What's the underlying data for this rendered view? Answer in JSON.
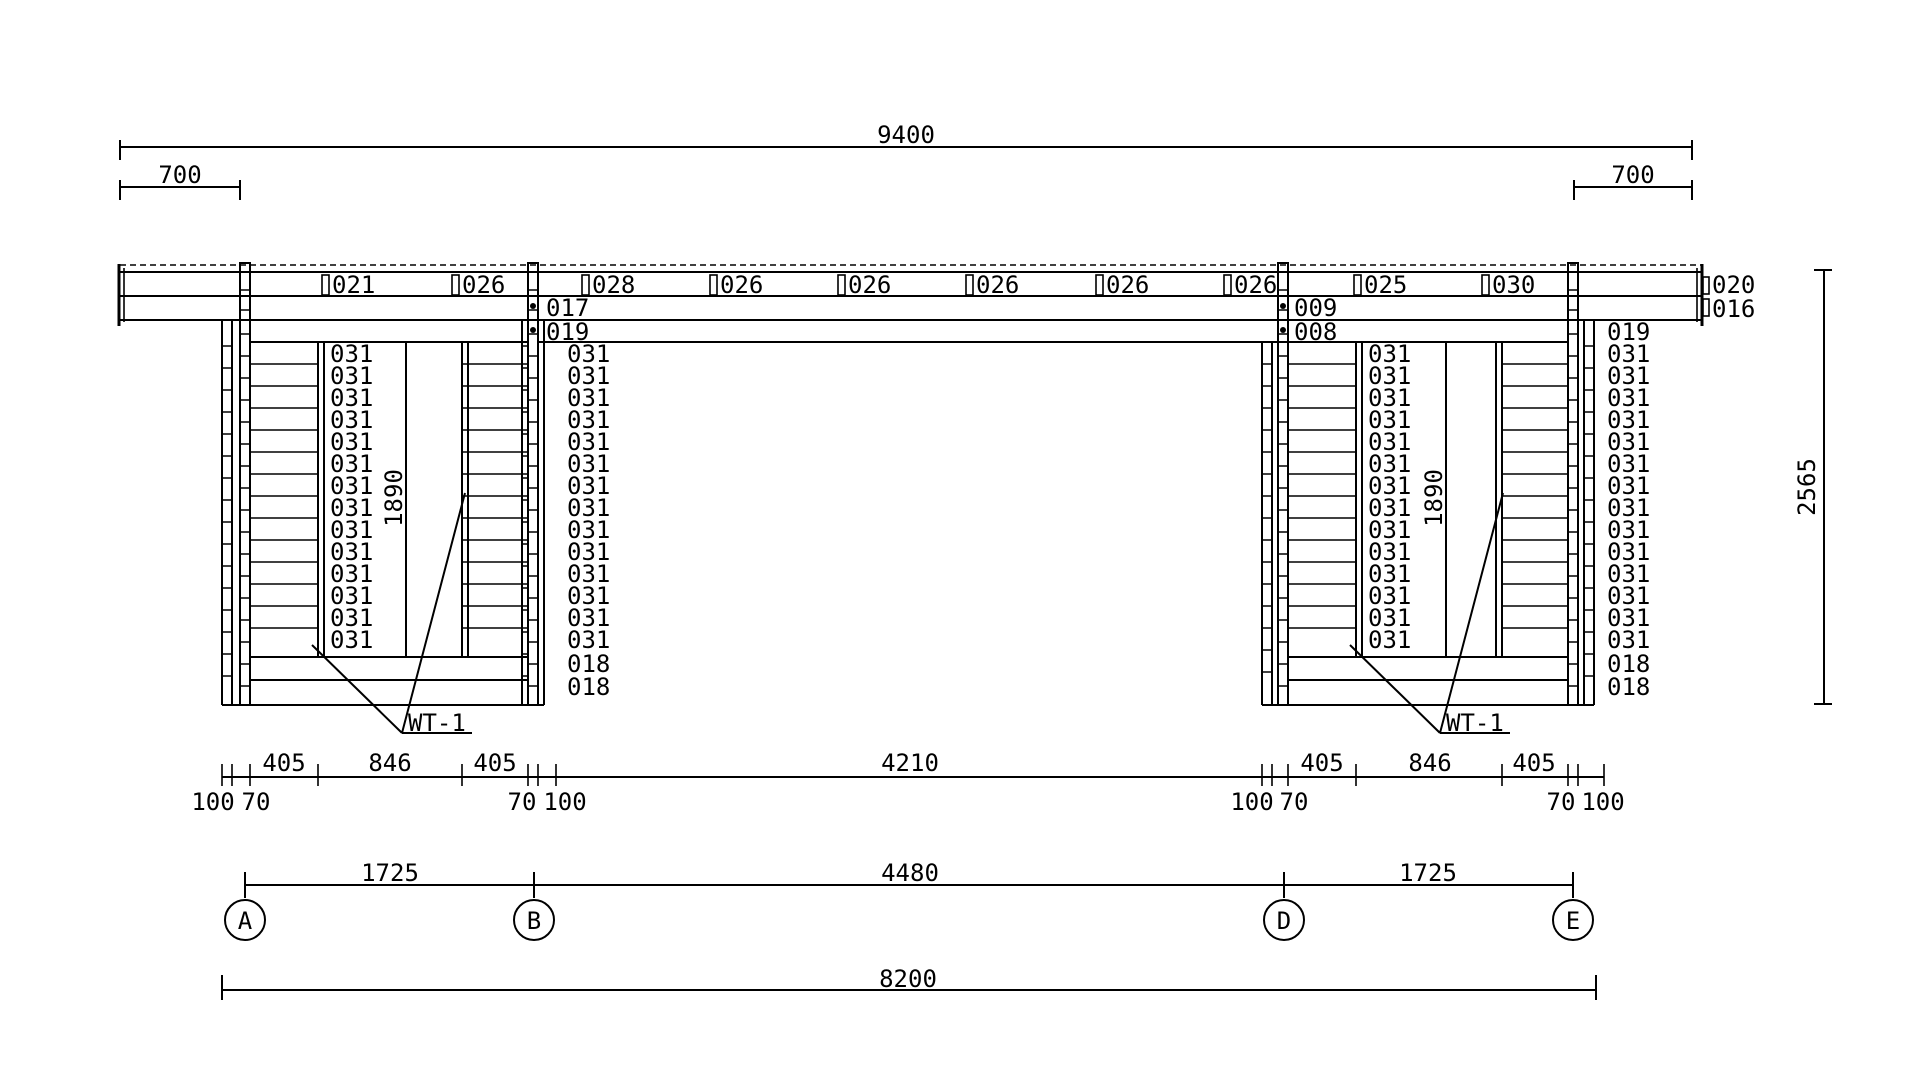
{
  "overall": {
    "top_length": "9400",
    "left_overhang": "700",
    "right_overhang": "700",
    "total_height": "2565",
    "bottom_length": "8200"
  },
  "beam_labels": {
    "top_row": [
      "021",
      "026",
      "028",
      "026",
      "026",
      "026",
      "026",
      "026",
      "025",
      "030"
    ],
    "right_end_top": "020",
    "right_end_bottom": "016",
    "post_b_upper": "017",
    "post_b_lower": "019",
    "post_d_upper": "009",
    "post_d_lower": "008"
  },
  "log_labels": {
    "course": "031",
    "base": "018",
    "right_top": "019"
  },
  "openings": {
    "height": "1890",
    "tag": "WT-1"
  },
  "wall_dims": {
    "a": "100",
    "b": "70",
    "c": "405",
    "d": "846",
    "e": "405",
    "f": "70",
    "g": "100",
    "mid": "4210",
    "h": "100",
    "i": "70",
    "j": "405",
    "k": "846",
    "l": "405",
    "m": "70",
    "n": "100"
  },
  "axis_dims": [
    "1725",
    "4480",
    "1725"
  ],
  "axes": [
    "A",
    "B",
    "D",
    "E"
  ]
}
